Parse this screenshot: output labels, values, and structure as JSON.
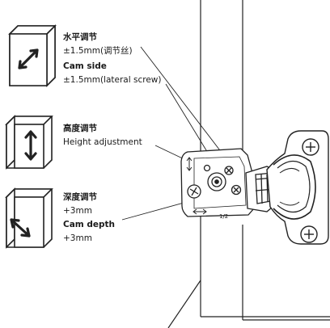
{
  "labels": {
    "horizontal": {
      "title_cn": "水平调节",
      "range_cn": "±1.5mm(调节丝)",
      "title_en": "Cam side",
      "range_en": "±1.5mm(lateral screw)"
    },
    "height": {
      "title_cn": "高度调节",
      "title_en": "Height adjustment"
    },
    "depth": {
      "title_cn": "深度调节",
      "range_cn": "+3mm",
      "title_en": "Cam depth",
      "range_en": "+3mm"
    }
  },
  "hinge_mark": "1/2",
  "icons": {
    "horizontal": "double-arrow-diagonal-icon",
    "height": "double-arrow-vertical-icon",
    "depth": "double-arrow-depth-icon"
  }
}
